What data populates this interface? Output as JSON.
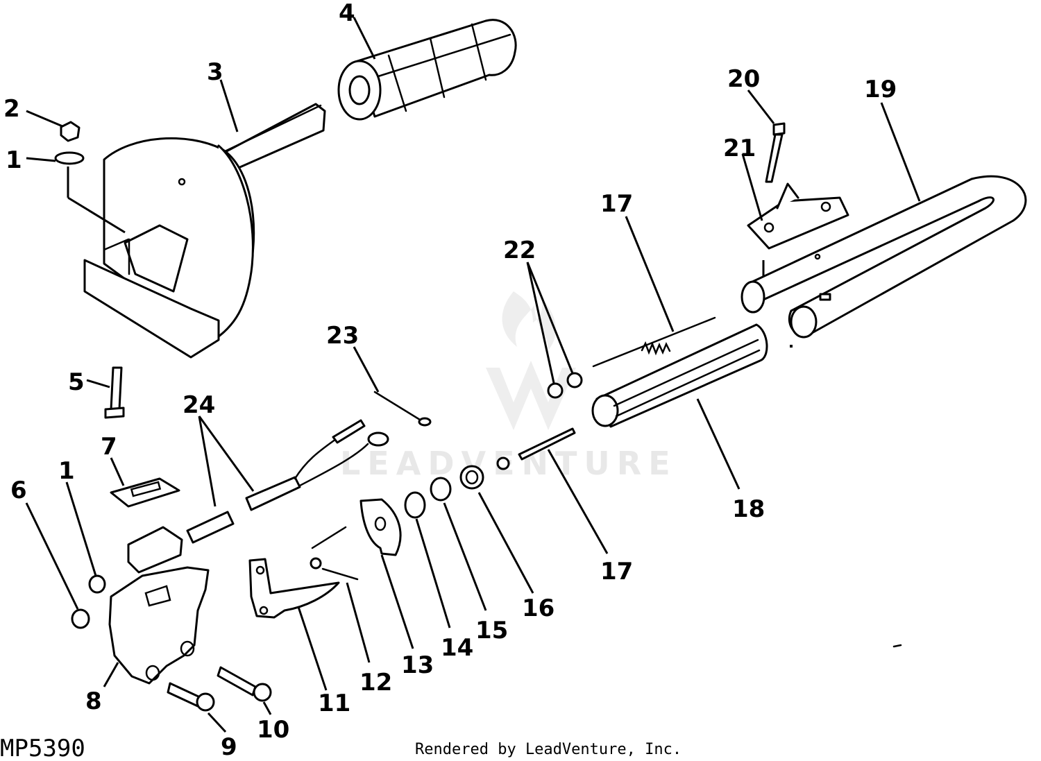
{
  "drawing_id": "MP5390",
  "credit": "Rendered by LeadVenture, Inc.",
  "watermark": "LEADVENTURE",
  "callouts": [
    "1",
    "2",
    "3",
    "4",
    "5",
    "6",
    "7",
    "8",
    "9",
    "10",
    "11",
    "12",
    "13",
    "14",
    "15",
    "16",
    "17",
    "18",
    "19",
    "20",
    "21",
    "22",
    "23",
    "24"
  ],
  "colors": {
    "ink": "#000000",
    "paper": "#ffffff",
    "watermark": "#e6e6e6"
  }
}
